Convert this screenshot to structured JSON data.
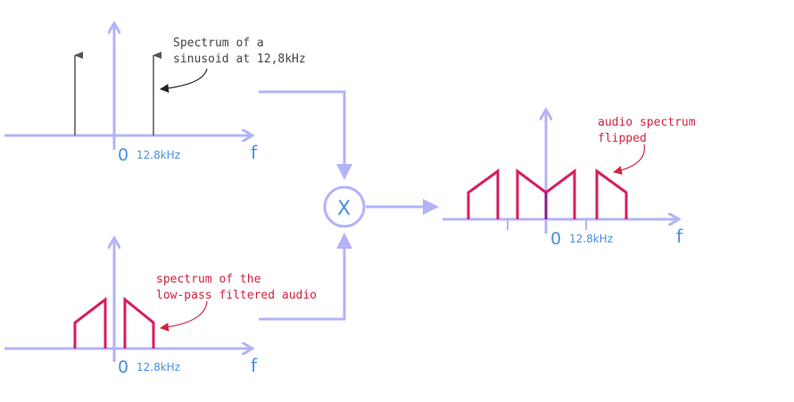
{
  "colors": {
    "axis": "#b3b3f7",
    "spectrum": "#d81b60",
    "label": "#4a90e2",
    "note_black": "#444444",
    "note_red": "#d0243f"
  },
  "diagram": {
    "sinusoid_panel": {
      "zero_label": "0",
      "freq_label": "12.8kHz",
      "axis_label": "f",
      "note_line1": "Spectrum of a",
      "note_line2": "sinusoid at 12,8kHz"
    },
    "audio_panel": {
      "zero_label": "0",
      "freq_label": "12.8kHz",
      "axis_label": "f",
      "note_line1": "spectrum of the",
      "note_line2": "low-pass filtered audio"
    },
    "mixer": {
      "symbol": "X"
    },
    "result_panel": {
      "zero_label": "0",
      "freq_label": "12.8kHz",
      "axis_label": "f",
      "note_line1": "audio spectrum",
      "note_line2": "flipped"
    }
  }
}
